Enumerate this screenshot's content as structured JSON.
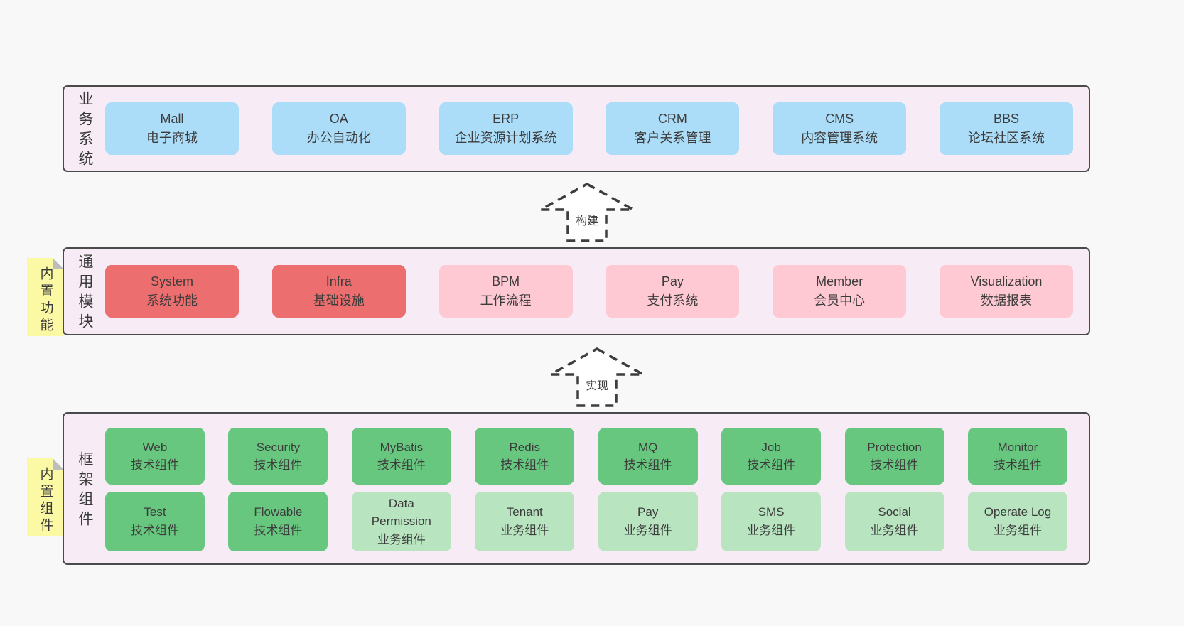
{
  "colors": {
    "page_bg": "#f8f8f8",
    "layer_bg": "#f7ecf5",
    "layer_border": "#4a4a4a",
    "blue_box": "#abdcf8",
    "red_box": "#ed6e6e",
    "pink_box": "#ffc9d3",
    "green_box": "#67c77f",
    "light_green_box": "#b8e4c0",
    "sticky_bg": "#fbf9a4",
    "sticky_fold": "#bdbdbd",
    "text": "#3c3c3c",
    "arrow_stroke": "#3d3d3d"
  },
  "layers": {
    "business": {
      "label": "业务系统",
      "boxes": [
        {
          "name": "Mall",
          "desc": "电子商城"
        },
        {
          "name": "OA",
          "desc": "办公自动化"
        },
        {
          "name": "ERP",
          "desc": "企业资源计划系统"
        },
        {
          "name": "CRM",
          "desc": "客户关系管理"
        },
        {
          "name": "CMS",
          "desc": "内容管理系统"
        },
        {
          "name": "BBS",
          "desc": "论坛社区系统"
        }
      ]
    },
    "modules": {
      "label": "通用模块",
      "sticky": "内置功能",
      "boxes": [
        {
          "name": "System",
          "desc": "系统功能"
        },
        {
          "name": "Infra",
          "desc": "基础设施"
        },
        {
          "name": "BPM",
          "desc": "工作流程"
        },
        {
          "name": "Pay",
          "desc": "支付系统"
        },
        {
          "name": "Member",
          "desc": "会员中心"
        },
        {
          "name": "Visualization",
          "desc": "数据报表"
        }
      ]
    },
    "framework": {
      "label": "框架组件",
      "sticky": "内置组件",
      "row1": [
        {
          "name": "Web",
          "desc": "技术组件"
        },
        {
          "name": "Security",
          "desc": "技术组件"
        },
        {
          "name": "MyBatis",
          "desc": "技术组件"
        },
        {
          "name": "Redis",
          "desc": "技术组件"
        },
        {
          "name": "MQ",
          "desc": "技术组件"
        },
        {
          "name": "Job",
          "desc": "技术组件"
        },
        {
          "name": "Protection",
          "desc": "技术组件"
        },
        {
          "name": "Monitor",
          "desc": "技术组件"
        }
      ],
      "row2": [
        {
          "name": "Test",
          "desc": "技术组件"
        },
        {
          "name": "Flowable",
          "desc": "技术组件"
        },
        {
          "name": "Data Permission",
          "desc": "业务组件"
        },
        {
          "name": "Tenant",
          "desc": "业务组件"
        },
        {
          "name": "Pay",
          "desc": "业务组件"
        },
        {
          "name": "SMS",
          "desc": "业务组件"
        },
        {
          "name": "Social",
          "desc": "业务组件"
        },
        {
          "name": "Operate Log",
          "desc": "业务组件"
        }
      ]
    }
  },
  "arrows": {
    "build": "构建",
    "implement": "实现"
  }
}
